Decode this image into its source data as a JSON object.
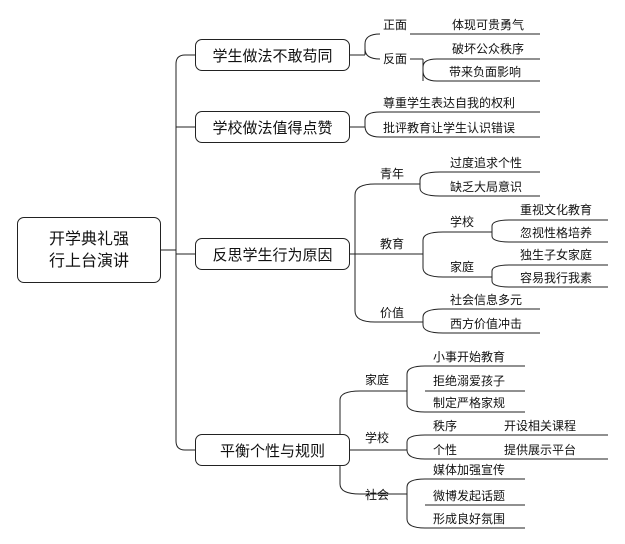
{
  "root": {
    "line1": "开学典礼强",
    "line2": "行上台演讲"
  },
  "branches": [
    {
      "label": "学生做法不敢苟同",
      "children": [
        {
          "label": "正面",
          "children": [
            {
              "label": "体现可贵勇气"
            }
          ]
        },
        {
          "label": "反面",
          "children": [
            {
              "label": "破坏公众秩序"
            },
            {
              "label": "带来负面影响"
            }
          ]
        }
      ]
    },
    {
      "label": "学校做法值得点赞",
      "children": [
        {
          "label": "尊重学生表达自我的权利"
        },
        {
          "label": "批评教育让学生认识错误"
        }
      ]
    },
    {
      "label": "反思学生行为原因",
      "children": [
        {
          "label": "青年",
          "children": [
            {
              "label": "过度追求个性"
            },
            {
              "label": "缺乏大局意识"
            }
          ]
        },
        {
          "label": "教育",
          "children": [
            {
              "label": "学校",
              "children": [
                {
                  "label": "重视文化教育"
                },
                {
                  "label": "忽视性格培养"
                }
              ]
            },
            {
              "label": "家庭",
              "children": [
                {
                  "label": "独生子女家庭"
                },
                {
                  "label": "容易我行我素"
                }
              ]
            }
          ]
        },
        {
          "label": "价值",
          "children": [
            {
              "label": "社会信息多元"
            },
            {
              "label": "西方价值冲击"
            }
          ]
        }
      ]
    },
    {
      "label": "平衡个性与规则",
      "children": [
        {
          "label": "家庭",
          "children": [
            {
              "label": "小事开始教育"
            },
            {
              "label": "拒绝溺爱孩子"
            },
            {
              "label": "制定严格家规"
            }
          ]
        },
        {
          "label": "学校",
          "children": [
            {
              "label": "秩序",
              "children": [
                {
                  "label": "开设相关课程"
                }
              ]
            },
            {
              "label": "个性",
              "children": [
                {
                  "label": "提供展示平台"
                }
              ]
            }
          ]
        },
        {
          "label": "社会",
          "children": [
            {
              "label": "媒体加强宣传"
            },
            {
              "label": "微博发起话题"
            },
            {
              "label": "形成良好氛围"
            }
          ]
        }
      ]
    }
  ]
}
